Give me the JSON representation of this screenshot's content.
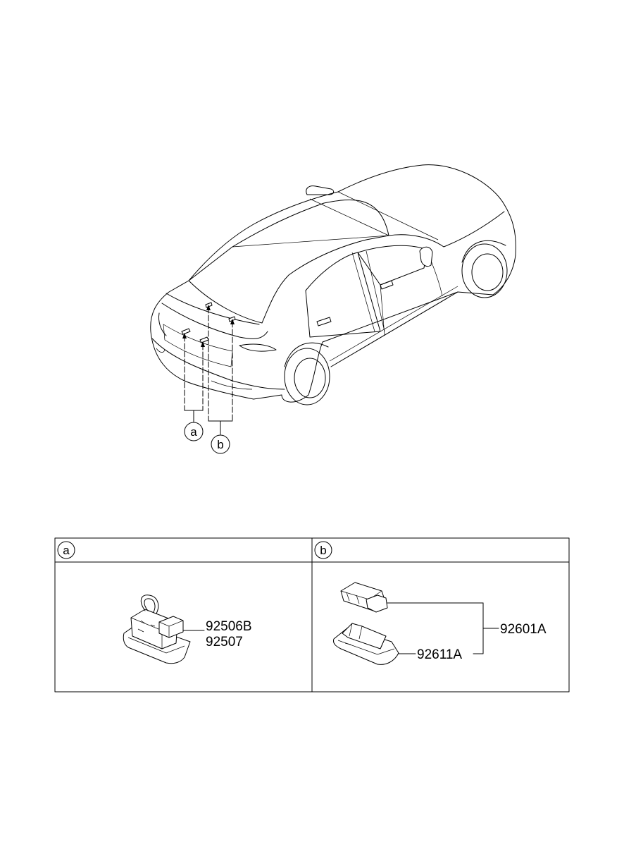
{
  "callouts": {
    "a": "a",
    "b": "b"
  },
  "panels": [
    {
      "header": "a",
      "parts": [
        "92506B",
        "92507"
      ]
    },
    {
      "header": "b",
      "parts": [
        "92601A",
        "92611A"
      ]
    }
  ]
}
